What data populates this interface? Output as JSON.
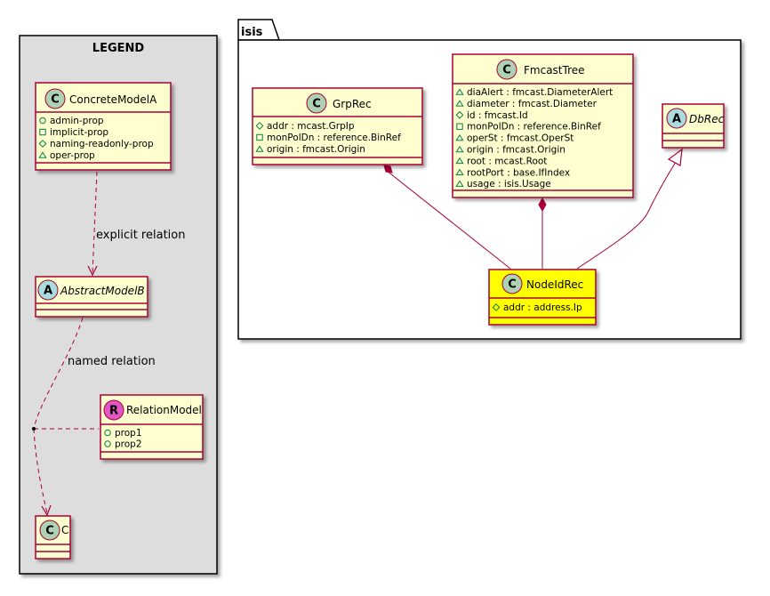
{
  "legend": {
    "title": "LEGEND",
    "concrete": {
      "stereo": "C",
      "name": "ConcreteModelA",
      "attrs": [
        {
          "vis": "+",
          "text": "admin-prop"
        },
        {
          "vis": "-",
          "text": "implicit-prop"
        },
        {
          "vis": "#",
          "text": "naming-readonly-prop"
        },
        {
          "vis": "~",
          "text": "oper-prop"
        }
      ]
    },
    "abstract": {
      "stereo": "A",
      "name": "AbstractModelB"
    },
    "relation": {
      "stereo": "R",
      "name": "RelationModel",
      "attrs": [
        {
          "vis": "+",
          "text": "prop1"
        },
        {
          "vis": "+",
          "text": "prop2"
        }
      ]
    },
    "c": {
      "stereo": "C",
      "name": "C"
    },
    "explicit_label": "explicit relation",
    "named_label": "named relation"
  },
  "package": {
    "name": "isis",
    "grprec": {
      "stereo": "C",
      "name": "GrpRec",
      "attrs": [
        {
          "vis": "#",
          "text": "addr : mcast.GrpIp"
        },
        {
          "vis": "-",
          "text": "monPolDn : reference.BinRef"
        },
        {
          "vis": "~",
          "text": "origin : fmcast.Origin"
        }
      ]
    },
    "fmcasttree": {
      "stereo": "C",
      "name": "FmcastTree",
      "attrs": [
        {
          "vis": "~",
          "text": "diaAlert : fmcast.DiameterAlert"
        },
        {
          "vis": "~",
          "text": "diameter : fmcast.Diameter"
        },
        {
          "vis": "#",
          "text": "id : fmcast.Id"
        },
        {
          "vis": "-",
          "text": "monPolDn : reference.BinRef"
        },
        {
          "vis": "~",
          "text": "operSt : fmcast.OperSt"
        },
        {
          "vis": "~",
          "text": "origin : fmcast.Origin"
        },
        {
          "vis": "~",
          "text": "root : mcast.Root"
        },
        {
          "vis": "~",
          "text": "rootPort : base.IfIndex"
        },
        {
          "vis": "~",
          "text": "usage : isis.Usage"
        }
      ]
    },
    "dbrec": {
      "stereo": "A",
      "name": "DbRec"
    },
    "nodeidrec": {
      "stereo": "C",
      "name": "NodeIdRec",
      "attrs": [
        {
          "vis": "#",
          "text": "addr : address.Ip"
        }
      ]
    }
  },
  "colors": {
    "class_fill": "#FEFECE",
    "highlight_fill": "#FFFF00",
    "border": "#A80036",
    "legend_bg": "#DDDDDD",
    "circle_class": "#ADD1B2",
    "circle_abstract": "#A9DCDF",
    "circle_relation": "#E056C2"
  }
}
